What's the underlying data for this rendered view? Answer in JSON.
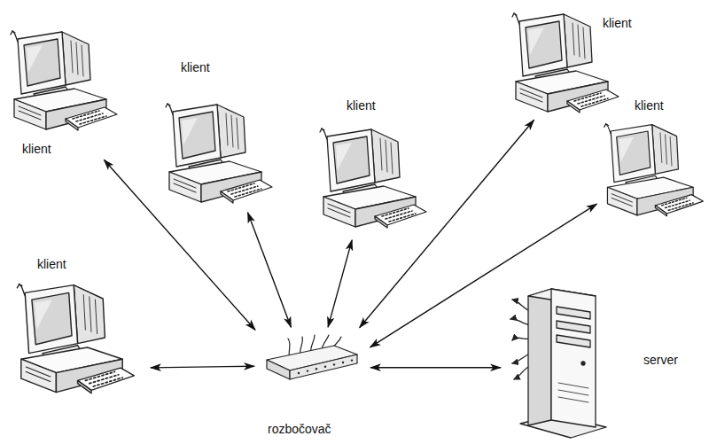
{
  "diagram": {
    "nodes": [
      {
        "text": [
          "klient"
        ]
      },
      {
        "text": [
          "klient"
        ]
      },
      {
        "text": [
          "klient"
        ]
      },
      {
        "text": [
          "klient"
        ]
      },
      {
        "text": [
          "klient"
        ]
      },
      {
        "text": [
          "klient"
        ]
      },
      {
        "text": [
          "server"
        ]
      },
      {
        "text": [
          "rozbočovač"
        ]
      }
    ],
    "edges": [
      {
        "from": 0,
        "to": 7,
        "arrow": "both"
      },
      {
        "from": 1,
        "to": 7,
        "arrow": "both"
      },
      {
        "from": 2,
        "to": 7,
        "arrow": "both"
      },
      {
        "from": 3,
        "to": 7,
        "arrow": "both"
      },
      {
        "from": 4,
        "to": 7,
        "arrow": "both"
      },
      {
        "from": 5,
        "to": 7,
        "arrow": "both"
      },
      {
        "from": 6,
        "to": 7,
        "arrow": "both"
      }
    ]
  }
}
